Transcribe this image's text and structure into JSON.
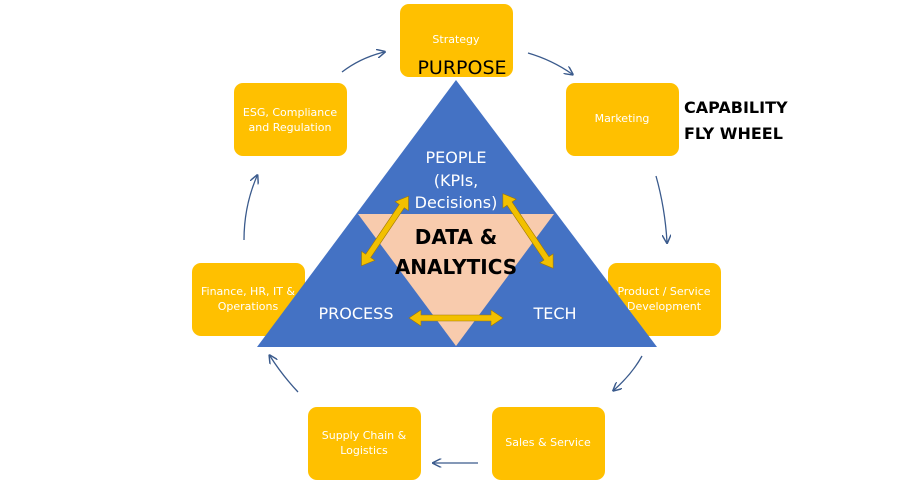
{
  "title": {
    "purpose": "PURPOSE",
    "capability_line1": "CAPABILITY",
    "capability_line2": "FLY WHEEL"
  },
  "boxes": {
    "strategy": "Strategy",
    "marketing": "Marketing",
    "product_line1": "Product / Service",
    "product_line2": "Development",
    "sales": "Sales & Service",
    "supply_line1": "Supply Chain &",
    "supply_line2": "Logistics",
    "finance_line1": "Finance, HR, IT &",
    "finance_line2": "Operations",
    "esg_line1": "ESG, Compliance",
    "esg_line2": "and Regulation"
  },
  "triangle": {
    "people_line1": "PEOPLE",
    "people_line2": "(KPIs,",
    "people_line3": "Decisions)",
    "process": "PROCESS",
    "tech": "TECH"
  },
  "center": {
    "line1": "DATA &",
    "line2": "ANALYTICS"
  },
  "colors": {
    "box_fill": "#FFC000",
    "triangle_fill": "#4472C4",
    "inner_triangle_fill": "#F8CBAD",
    "arrow_fill": "#F2C000",
    "cycle_arrow": "#3A5A8C"
  }
}
